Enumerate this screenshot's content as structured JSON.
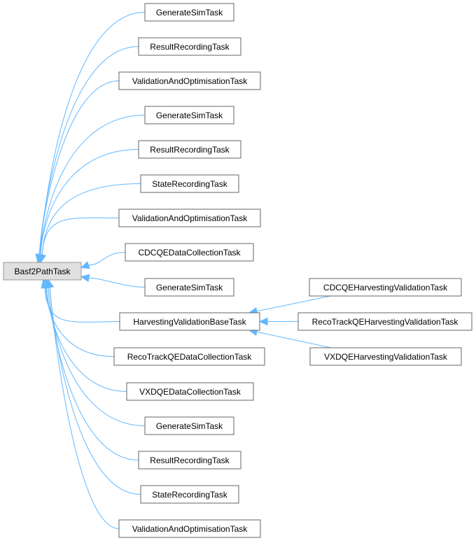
{
  "diagram": {
    "type": "inheritance-graph",
    "colors": {
      "edge": "#63b8ff",
      "root_fill": "#e0e0e0",
      "root_border": "#999999",
      "node_fill": "#ffffff",
      "node_border": "#666666"
    },
    "root": {
      "id": "basf2",
      "label": "Basf2PathTask"
    },
    "children": [
      {
        "id": "c0",
        "label": "GenerateSimTask"
      },
      {
        "id": "c1",
        "label": "ResultRecordingTask"
      },
      {
        "id": "c2",
        "label": "ValidationAndOptimisationTask"
      },
      {
        "id": "c3",
        "label": "GenerateSimTask"
      },
      {
        "id": "c4",
        "label": "ResultRecordingTask"
      },
      {
        "id": "c5",
        "label": "StateRecordingTask"
      },
      {
        "id": "c6",
        "label": "ValidationAndOptimisationTask"
      },
      {
        "id": "c7",
        "label": "CDCQEDataCollectionTask"
      },
      {
        "id": "c8",
        "label": "GenerateSimTask"
      },
      {
        "id": "c9",
        "label": "HarvestingValidationBaseTask"
      },
      {
        "id": "c10",
        "label": "RecoTrackQEDataCollectionTask"
      },
      {
        "id": "c11",
        "label": "VXDQEDataCollectionTask"
      },
      {
        "id": "c12",
        "label": "GenerateSimTask"
      },
      {
        "id": "c13",
        "label": "ResultRecordingTask"
      },
      {
        "id": "c14",
        "label": "StateRecordingTask"
      },
      {
        "id": "c15",
        "label": "ValidationAndOptimisationTask"
      }
    ],
    "grandchildren": [
      {
        "id": "g0",
        "parent": "c9",
        "label": "CDCQEHarvestingValidationTask"
      },
      {
        "id": "g1",
        "parent": "c9",
        "label": "RecoTrackQEHarvestingValidationTask"
      },
      {
        "id": "g2",
        "parent": "c9",
        "label": "VXDQEHarvestingValidationTask"
      }
    ]
  }
}
